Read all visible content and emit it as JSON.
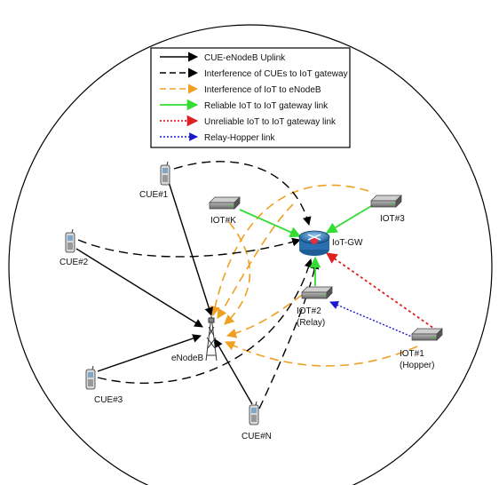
{
  "legend": {
    "items": [
      {
        "label": "CUE-eNodeB Uplink",
        "color": "#000000",
        "style": "solid",
        "icon": "uplink-arrow"
      },
      {
        "label": "Interference of CUEs to IoT gateway",
        "color": "#000000",
        "style": "dashed",
        "icon": "cue-interference-arrow"
      },
      {
        "label": "Interference of IoT to eNodeB",
        "color": "#f0a020",
        "style": "dashed",
        "icon": "iot-interference-arrow"
      },
      {
        "label": "Reliable IoT to IoT gateway link",
        "color": "#33dd33",
        "style": "solid",
        "icon": "reliable-link-arrow"
      },
      {
        "label": "Unreliable IoT to IoT gateway link",
        "color": "#e02020",
        "style": "dotted",
        "icon": "unreliable-link-arrow"
      },
      {
        "label": "Relay-Hopper link",
        "color": "#1a1acc",
        "style": "dotted",
        "icon": "relay-hopper-arrow"
      }
    ]
  },
  "nodes": {
    "cue1": {
      "label": "CUE#1",
      "icon": "mobile-phone-icon"
    },
    "cue2": {
      "label": "CUE#2",
      "icon": "mobile-phone-icon"
    },
    "cue3": {
      "label": "CUE#3",
      "icon": "mobile-phone-icon"
    },
    "cuen": {
      "label": "CUE#N",
      "icon": "mobile-phone-icon"
    },
    "enodeb": {
      "label": "eNodeB",
      "icon": "cell-tower-icon"
    },
    "iotgw": {
      "label": "IoT-GW",
      "icon": "router-icon"
    },
    "iotk": {
      "label": "IOT#K",
      "icon": "iot-device-icon"
    },
    "iot3": {
      "label": "IOT#3",
      "icon": "iot-device-icon"
    },
    "iot2": {
      "label": "IOT#2",
      "sublabel": "(Relay)",
      "icon": "iot-device-icon"
    },
    "iot1": {
      "label": "IOT#1",
      "sublabel": "(Hopper)",
      "icon": "iot-device-icon"
    }
  },
  "colors": {
    "black": "#000000",
    "orange": "#f0a020",
    "green": "#33dd33",
    "red": "#e02020",
    "blue": "#1a1acc",
    "router": "#2a6fb0"
  }
}
